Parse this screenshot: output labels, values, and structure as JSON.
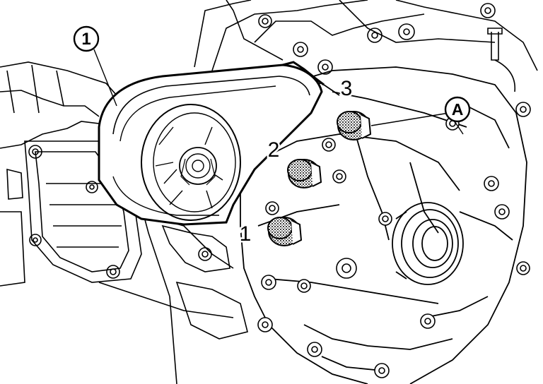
{
  "callouts": {
    "component_1": "1",
    "location_a": "A"
  },
  "plugs": [
    {
      "label": "1"
    },
    {
      "label": "2"
    },
    {
      "label": "3"
    }
  ],
  "colors": {
    "line": "#000000",
    "background": "#ffffff"
  }
}
